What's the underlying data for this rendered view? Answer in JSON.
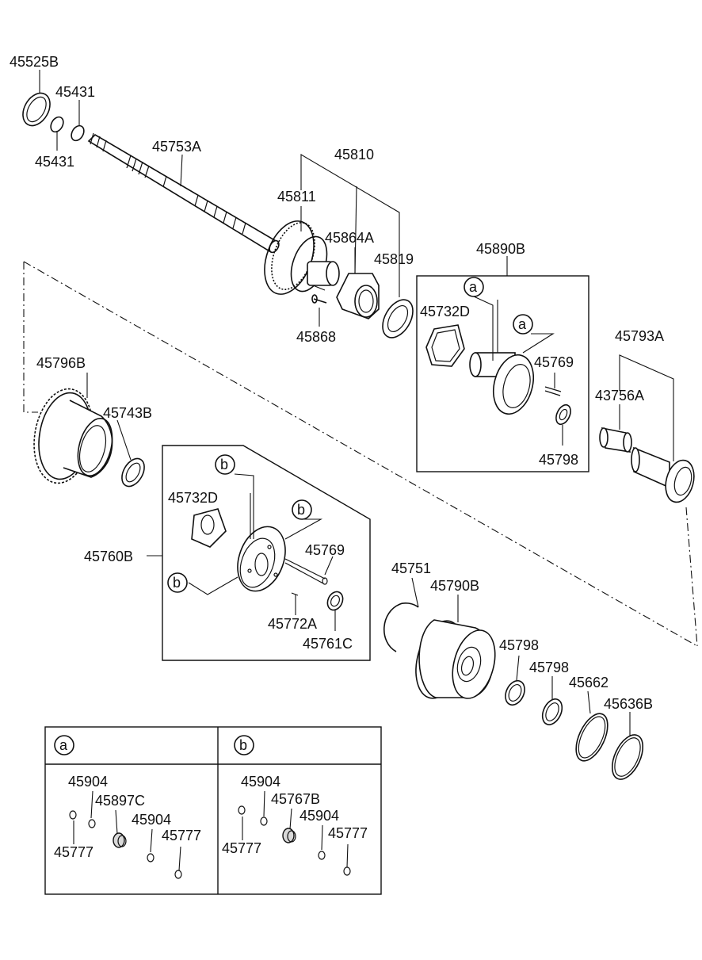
{
  "labels": {
    "p45525B": "45525B",
    "p45431_top": "45431",
    "p45431_bot": "45431",
    "p45753A": "45753A",
    "p45810": "45810",
    "p45811": "45811",
    "p45864A": "45864A",
    "p45819": "45819",
    "p45868": "45868",
    "p45890B": "45890B",
    "p45732D_top": "45732D",
    "p45769_top": "45769",
    "p45798_top": "45798",
    "p45793A": "45793A",
    "p43756A": "43756A",
    "p45796B": "45796B",
    "p45743B": "45743B",
    "p45732D_mid": "45732D",
    "p45760B": "45760B",
    "p45769_mid": "45769",
    "p45772A": "45772A",
    "p45761C": "45761C",
    "p45751": "45751",
    "p45790B": "45790B",
    "p45798_a": "45798",
    "p45798_b": "45798",
    "p45662": "45662",
    "p45636B": "45636B"
  },
  "markers": {
    "a1": "a",
    "a2": "a",
    "b1": "b",
    "b2": "b",
    "b3": "b"
  },
  "table": {
    "a": {
      "header": "a",
      "items": [
        "45904",
        "45897C",
        "45904",
        "45777",
        "45777"
      ]
    },
    "b": {
      "header": "b",
      "items": [
        "45904",
        "45767B",
        "45904",
        "45777",
        "45777"
      ]
    }
  }
}
